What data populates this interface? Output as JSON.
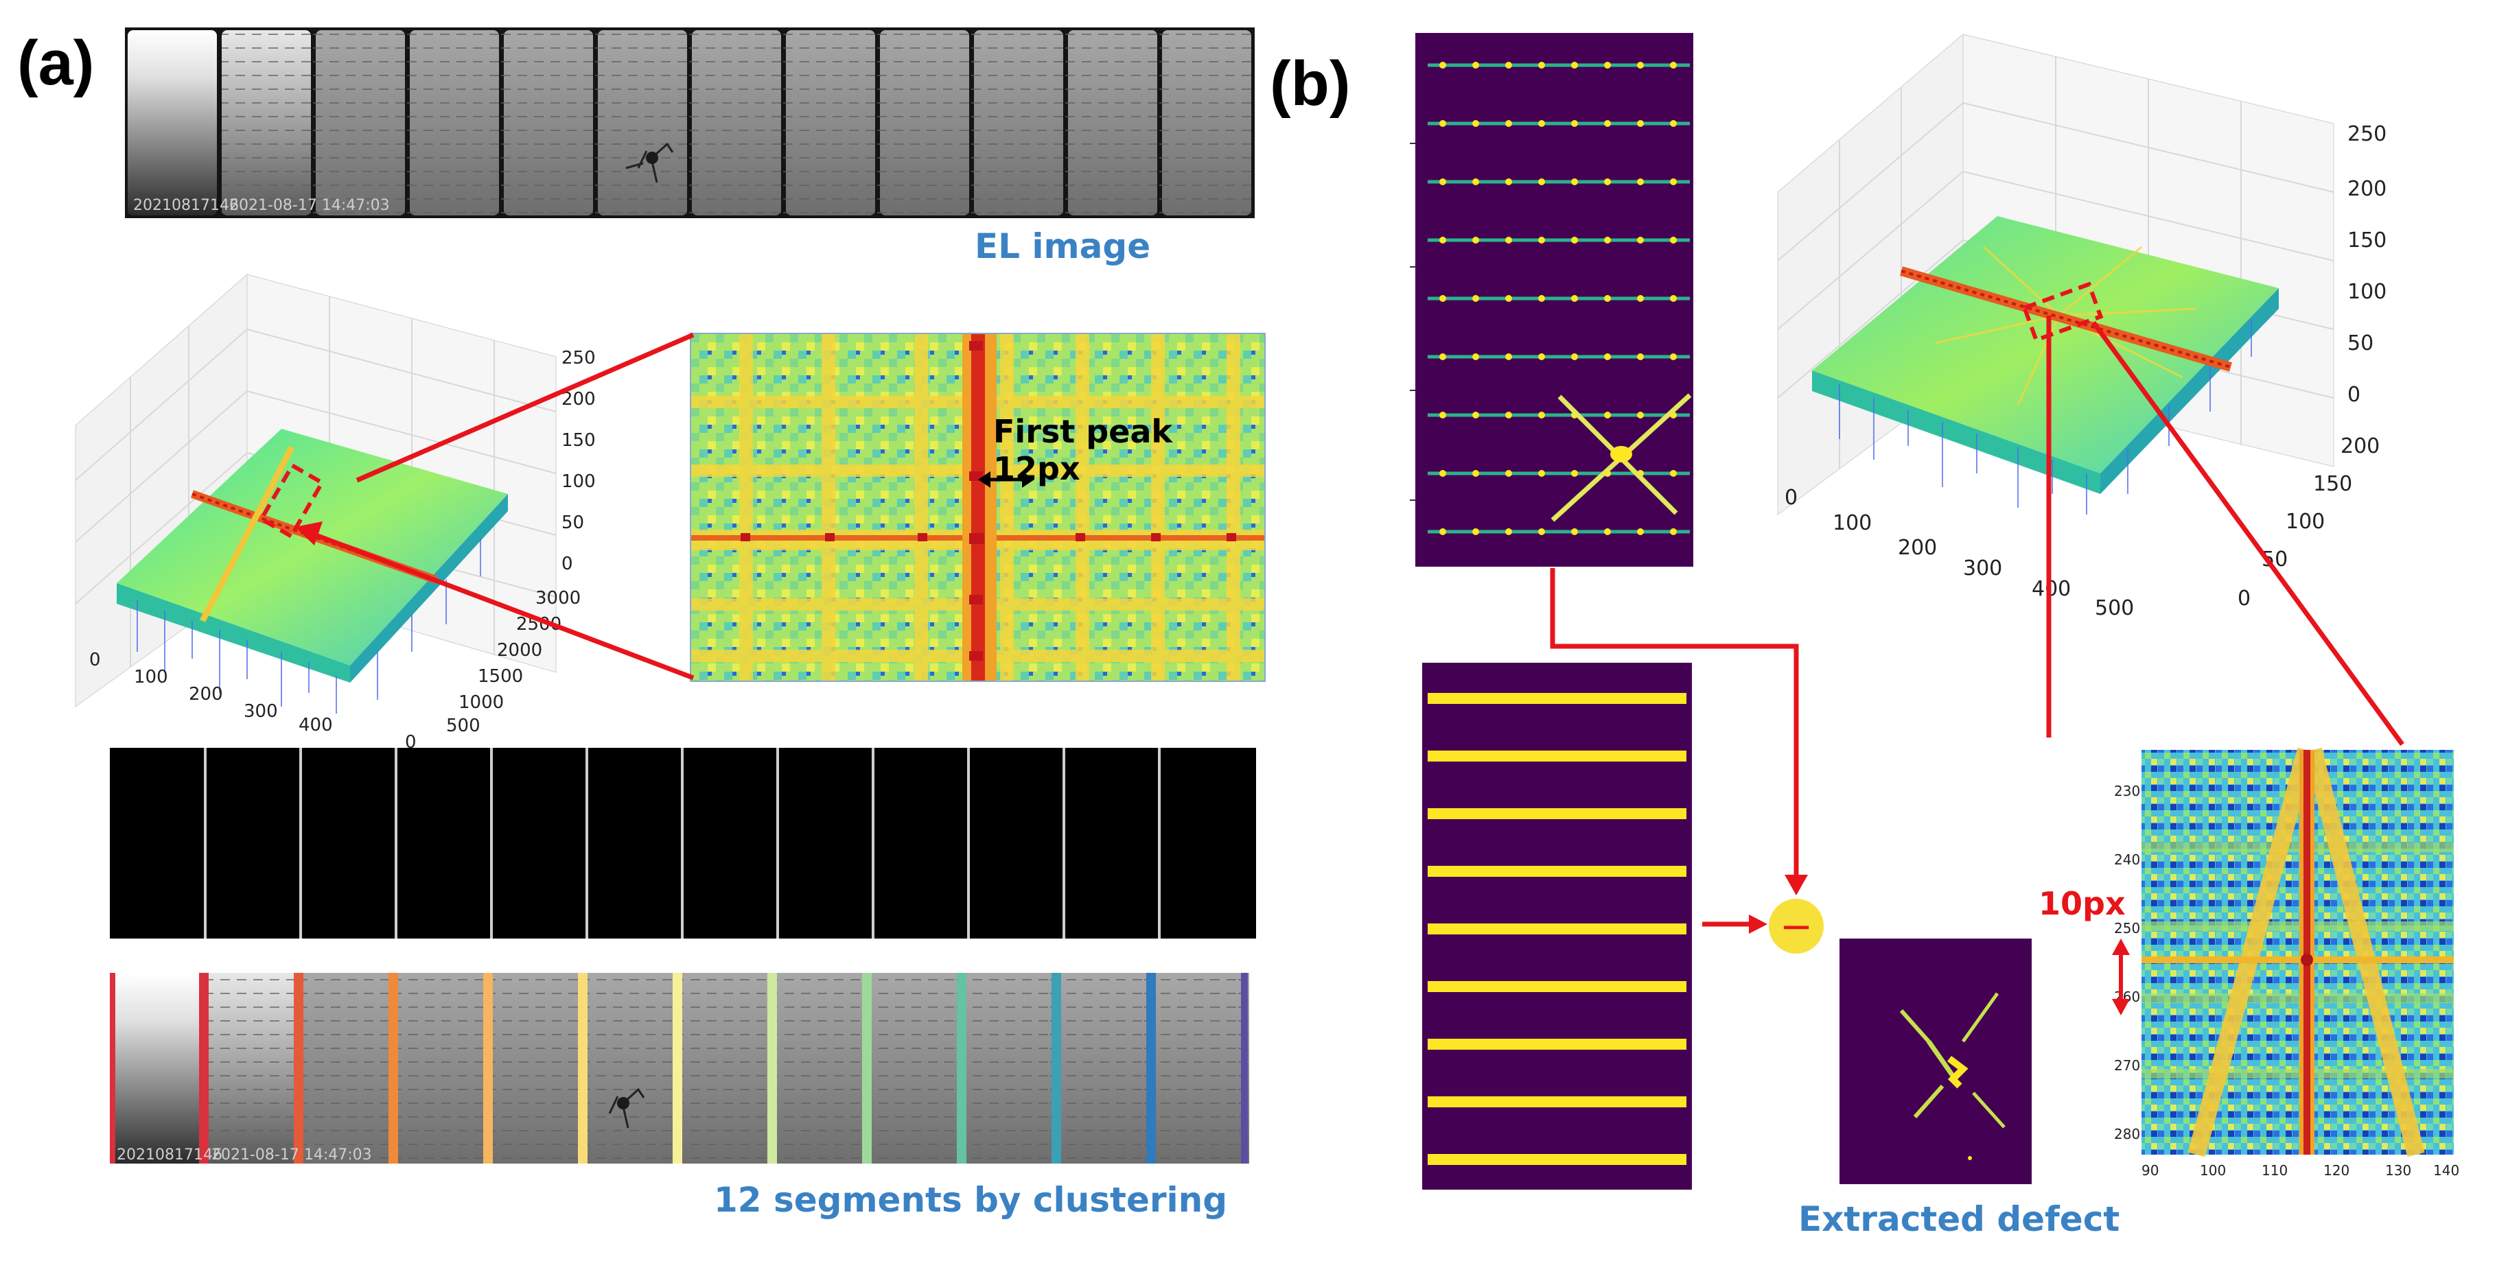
{
  "panel_a": {
    "label": "(a)",
    "el_caption": "EL image",
    "segments_caption": "12 segments by clustering",
    "first_peak_note": "First peak 12px",
    "timestamp_left": "20210817146",
    "timestamp_right": "2021-08-17 14:47:03",
    "surface_z_ticks": [
      "250",
      "200",
      "150",
      "100",
      "50",
      "0"
    ],
    "surface_x_ticks": [
      "0",
      "100",
      "200",
      "300",
      "400"
    ],
    "surface_y_ticks": [
      "3000",
      "2500",
      "2000",
      "1500",
      "1000",
      "500",
      "0"
    ],
    "segment_line_colors": [
      "#d8313f",
      "#e45a3a",
      "#ef8a3a",
      "#f6b660",
      "#f9dc78",
      "#f4f19a",
      "#cfe9a0",
      "#9fd99a",
      "#66c2a4",
      "#3aa2b4",
      "#2f7bbb",
      "#5a4ea3"
    ]
  },
  "panel_b": {
    "label": "(b)",
    "extracted_caption": "Extracted defect",
    "minus_symbol": "−",
    "ten_px_note": "10px",
    "surface_z_ticks": [
      "250",
      "200",
      "150",
      "100",
      "50",
      "0"
    ],
    "surface_x_ticks": [
      "0",
      "100",
      "200",
      "300",
      "400",
      "500"
    ],
    "surface_y_ticks": [
      "200",
      "150",
      "100",
      "50",
      "0"
    ],
    "zoom_y_ticks": [
      "230",
      "240",
      "250",
      "260",
      "270",
      "280"
    ],
    "zoom_x_ticks": [
      "90",
      "100",
      "110",
      "120",
      "130",
      "140"
    ]
  },
  "colors": {
    "arrow_red": "#e8141b",
    "caption_blue": "#3b82c4",
    "viridis_dark": "#440154",
    "viridis_yellow": "#fde725",
    "minus_circle": "#f7e03a"
  }
}
